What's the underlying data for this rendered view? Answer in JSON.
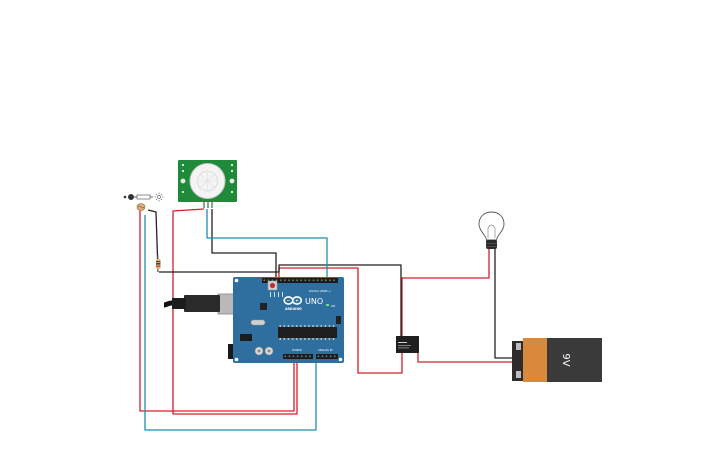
{
  "colors": {
    "wire_red": "#d0202a",
    "wire_black": "#222222",
    "wire_blue": "#1f8fb0",
    "arduino_board": "#2f6f9f",
    "pir_board": "#1f8a3a",
    "battery_orange": "#d9893a",
    "battery_dark": "#3a3a3a"
  },
  "components": {
    "arduino": {
      "label_uno": "UNO",
      "label_arduino": "ARDUINO",
      "label_digital": "DIGITAL (PWM~)",
      "label_power": "POWER",
      "label_analog": "ANALOG IN",
      "label_on": "ON"
    },
    "battery": {
      "label": "9V"
    },
    "pir_sensor": {
      "icon": "pir-motion-sensor"
    },
    "light_bulb": {
      "icon": "incandescent-bulb"
    },
    "relay": {
      "icon": "relay-module"
    },
    "photoresistor": {
      "icon": "photoresistor"
    },
    "resistor": {
      "icon": "resistor"
    }
  }
}
